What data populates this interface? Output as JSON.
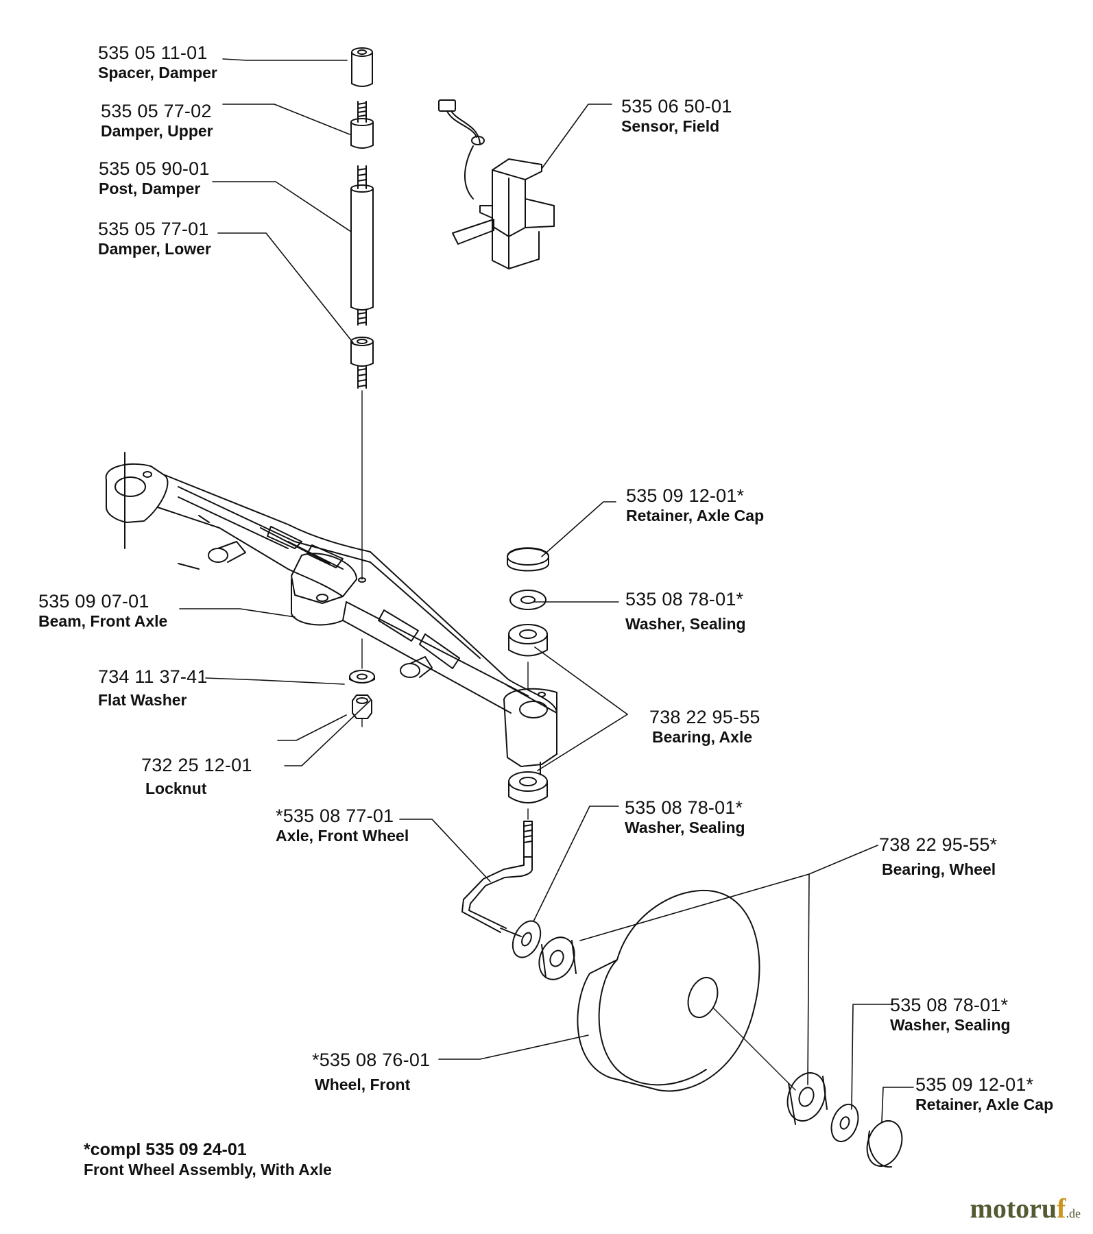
{
  "parts": [
    {
      "id": "spacer-damper",
      "part_no": "535 05 11-01",
      "desc": "Spacer, Damper"
    },
    {
      "id": "damper-upper",
      "part_no": "535 05 77-02",
      "desc": "Damper, Upper"
    },
    {
      "id": "post-damper",
      "part_no": "535 05 90-01",
      "desc": "Post, Damper"
    },
    {
      "id": "damper-lower",
      "part_no": "535 05 77-01",
      "desc": "Damper, Lower"
    },
    {
      "id": "sensor-field",
      "part_no": "535 06 50-01",
      "desc": "Sensor, Field"
    },
    {
      "id": "retainer-axle-cap-1",
      "part_no": "535 09 12-01*",
      "desc": "Retainer, Axle Cap"
    },
    {
      "id": "washer-sealing-1",
      "part_no": "535 08 78-01*",
      "desc": "Washer, Sealing"
    },
    {
      "id": "beam-front-axle",
      "part_no": "535 09 07-01",
      "desc": "Beam, Front Axle"
    },
    {
      "id": "flat-washer",
      "part_no": "734 11 37-41",
      "desc": "Flat Washer"
    },
    {
      "id": "bearing-axle",
      "part_no": "738 22 95-55",
      "desc": "Bearing, Axle"
    },
    {
      "id": "locknut",
      "part_no": "732 25 12-01",
      "desc": "Locknut"
    },
    {
      "id": "axle-front-wheel",
      "part_no": "*535 08 77-01",
      "desc": "Axle, Front Wheel"
    },
    {
      "id": "washer-sealing-2",
      "part_no": "535 08 78-01*",
      "desc": "Washer, Sealing"
    },
    {
      "id": "bearing-wheel",
      "part_no": "738 22 95-55*",
      "desc": "Bearing, Wheel"
    },
    {
      "id": "washer-sealing-3",
      "part_no": "535 08 78-01*",
      "desc": "Washer, Sealing"
    },
    {
      "id": "wheel-front",
      "part_no": "*535 08 76-01",
      "desc": "Wheel, Front"
    },
    {
      "id": "retainer-axle-cap-2",
      "part_no": "535 09 12-01*",
      "desc": "Retainer, Axle Cap"
    }
  ],
  "footnote": {
    "line1": "*compl 535 09 24-01",
    "line2": "Front Wheel Assembly, With Axle"
  },
  "watermark": {
    "text_a": "moto",
    "text_b": "r",
    "text_c": "u",
    "text_d": "f",
    "tld": ".de"
  },
  "colors": {
    "ink": "#111111",
    "watermark": "#555a33",
    "watermark_accent": "#c8961e"
  }
}
